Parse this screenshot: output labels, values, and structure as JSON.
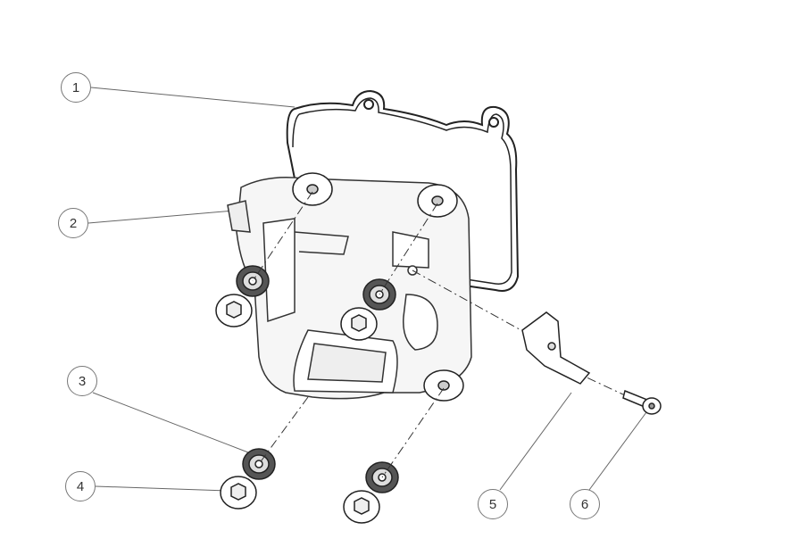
{
  "diagram": {
    "type": "exploded-parts-view",
    "callouts": [
      {
        "number": "1",
        "part": "gasket"
      },
      {
        "number": "2",
        "part": "cylinder-head-cover"
      },
      {
        "number": "3",
        "part": "grommet"
      },
      {
        "number": "4",
        "part": "flange-nut"
      },
      {
        "number": "5",
        "part": "bracket"
      },
      {
        "number": "6",
        "part": "bolt"
      }
    ]
  }
}
